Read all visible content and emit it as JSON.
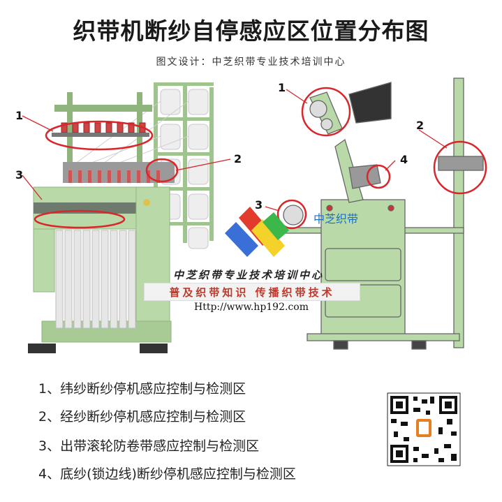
{
  "title": "织带机断纱自停感应区位置分布图",
  "subtitle": "图文设计：中芝织带专业技术培训中心",
  "callouts_left": [
    "1",
    "2",
    "3"
  ],
  "callouts_right": [
    "1",
    "2",
    "3",
    "4"
  ],
  "brand_label": "中芝织带",
  "watermark": {
    "center_line": "中芝织带专业技术培训中心",
    "slogan": "普及织带知识  传播织带技术",
    "url": "Http://www.hp192.com"
  },
  "legend": [
    "1、纬纱断纱停机感应控制与检测区",
    "2、经纱断纱停机感应控制与检测区",
    "3、出带滚轮防卷带感应控制与检测区",
    "4、底纱(锁边线)断纱停机感应控制与检测区"
  ],
  "colors": {
    "machine_green": "#b9d9a9",
    "machine_dark": "#8fb57d",
    "highlight_red": "#d9262b",
    "metal": "#c9c9c9"
  }
}
